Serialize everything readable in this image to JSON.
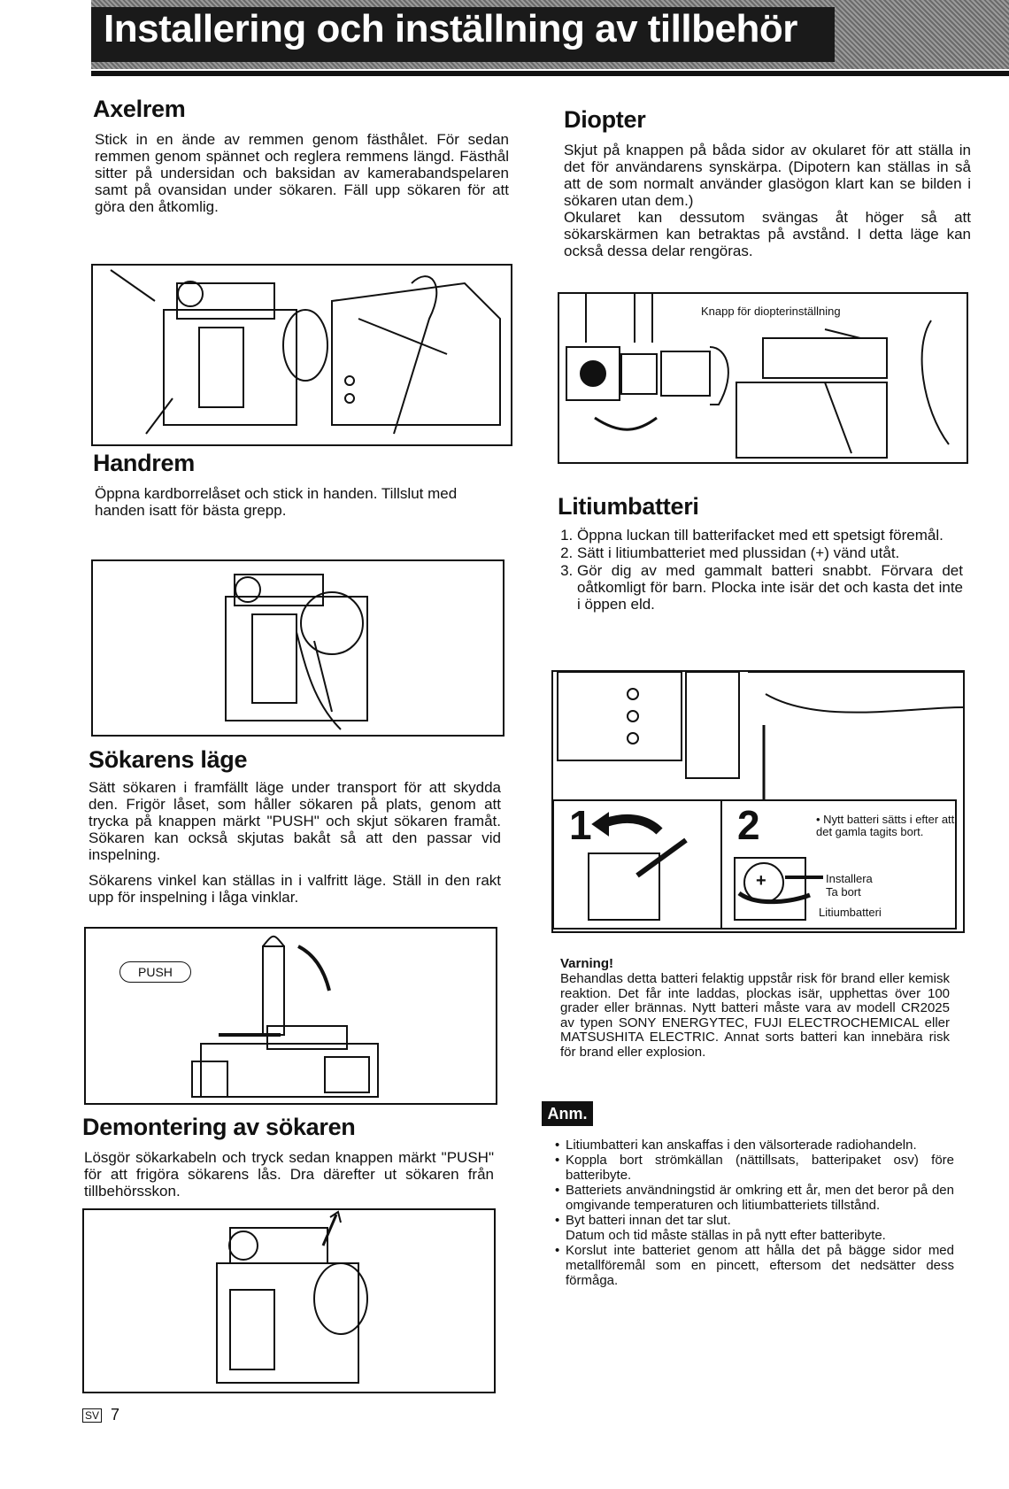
{
  "header": {
    "title": "Installering och inställning av tillbehör"
  },
  "left": {
    "axelrem": {
      "heading": "Axelrem",
      "body": "Stick in en ände av remmen genom fästhålet. För sedan remmen genom spännet och reglera remmens längd. Fästhål sitter på undersidan och baksidan av kamerabandspelaren samt på ovansidan under sökaren. Fäll upp sökaren för att göra den åtkomlig."
    },
    "handrem": {
      "heading": "Handrem",
      "body": "Öppna kardborrelåset och stick in handen. Tillslut med handen isatt för bästa grepp."
    },
    "sokarens_lage": {
      "heading": "Sökarens läge",
      "body": "Sätt sökaren i framfällt läge under transport för att skydda den. Frigör låset, som håller sökaren på plats, genom att trycka på knappen märkt \"PUSH\" och skjut sökaren framåt. Sökaren kan också skjutas bakåt så att den passar vid inspelning.",
      "body2": "Sökarens vinkel kan ställas in i valfritt läge. Ställ in den rakt upp för inspelning i låga vinklar.",
      "figure_label": "PUSH"
    },
    "demontering": {
      "heading": "Demontering av sökaren",
      "body": "Lösgör sökarkabeln och tryck sedan knappen märkt \"PUSH\" för att frigöra sökarens lås. Dra därefter ut sökaren från tillbehörsskon."
    }
  },
  "right": {
    "diopter": {
      "heading": "Diopter",
      "body": "Skjut på knappen på båda sidor av okularet för att ställa in det för användarens synskärpa. (Dipotern kan ställas in så att de som normalt använder glasögon klart kan se bilden i sökaren utan dem.)",
      "body2": "Okularet kan dessutom svängas åt höger så att sökarskärmen kan betraktas på avstånd. I detta läge kan också dessa delar rengöras.",
      "figure_label": "Knapp för diopterinställning"
    },
    "litium": {
      "heading": "Litiumbatteri",
      "steps": [
        "Öppna luckan till batterifacket med ett spetsigt föremål.",
        "Sätt i litiumbatteriet med plussidan (+) vänd utåt.",
        "Gör dig av med gammalt batteri snabbt. Förvara det oåtkomligt för barn. Plocka inte isär det och kasta det inte i öppen eld."
      ],
      "figure": {
        "step1": "1",
        "step2": "2",
        "note": "• Nytt batteri sätts i efter att det gamla tagits bort.",
        "install": "Installera",
        "remove": "Ta bort",
        "battery": "Litiumbatteri",
        "plus": "+"
      }
    },
    "varning": {
      "heading": "Varning!",
      "body": "Behandlas detta batteri felaktig uppstår risk för brand eller kemisk reaktion. Det får inte laddas, plockas isär, upphettas över 100 grader eller brännas. Nytt batteri måste vara av modell CR2025 av typen SONY ENERGYTEC, FUJI ELECTROCHEMICAL eller MATSUSHITA ELECTRIC. Annat sorts batteri kan innebära risk för brand eller explosion."
    },
    "anm": {
      "label": "Anm.",
      "bullets": [
        "Litiumbatteri kan anskaffas i den välsorterade radiohandeln.",
        "Koppla bort strömkällan (nättillsats, batteripaket osv) före batteribyte.",
        "Batteriets användningstid är omkring ett år, men det beror på den omgivande temperaturen och litiumbatteriets tillstånd.",
        "Byt batteri innan det tar slut.\nDatum och tid måste ställas in på nytt efter batteribyte.",
        "Korslut inte batteriet genom att hålla det på bägge sidor med metallföremål som en pincett, eftersom det nedsätter dess förmåga."
      ]
    }
  },
  "footer": {
    "lang": "SV",
    "page": "7"
  }
}
